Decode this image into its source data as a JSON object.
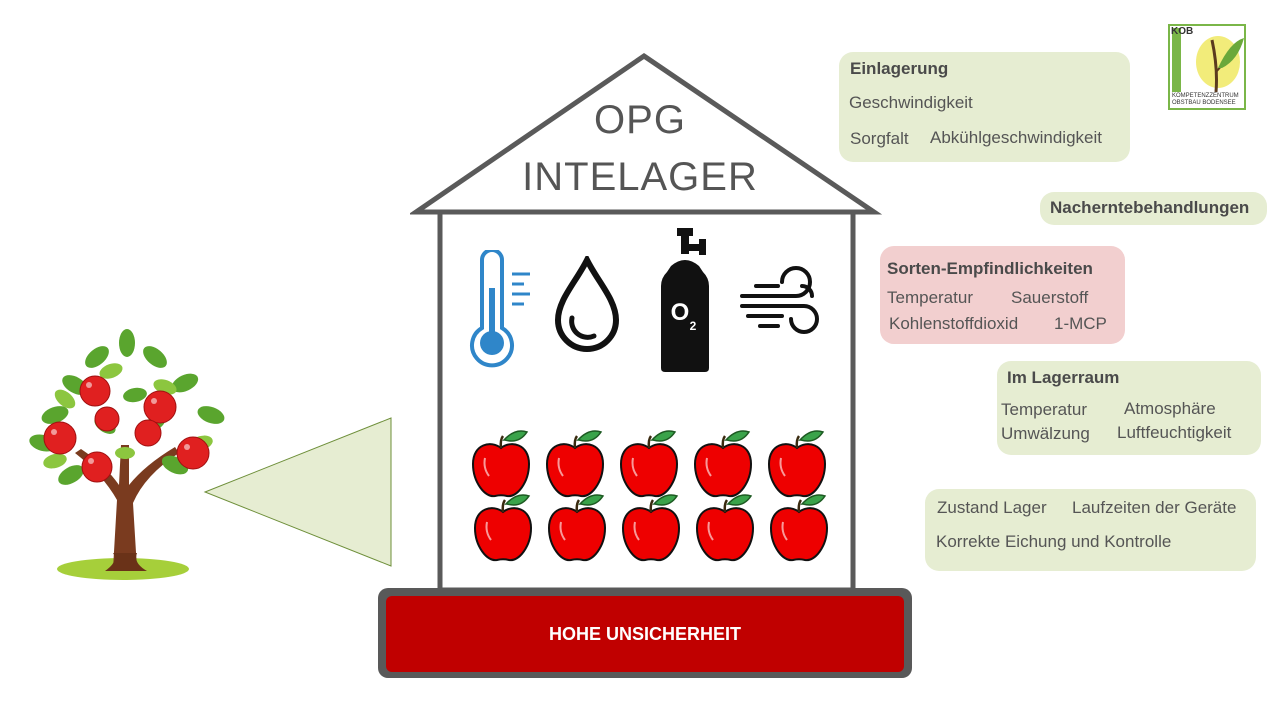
{
  "house": {
    "title_line1": "OPG",
    "title_line2": "INTELAGER",
    "base_label": "HOHE UNSICHERHEIT",
    "icons": [
      "thermometer-icon",
      "water-drop-icon",
      "oxygen-cylinder-icon",
      "wind-icon"
    ],
    "apple_rows": 2,
    "apple_cols": 5
  },
  "logo": {
    "abbr": "KOB",
    "line1": "KOMPETENZZENTRUM",
    "line2": "OBSTBAU BODENSEE"
  },
  "cards": {
    "einlagerung": {
      "title": "Einlagerung",
      "items": [
        "Geschwindigkeit",
        "Sorgfalt",
        "Abkühlgeschwindigkeit"
      ]
    },
    "nachernte": {
      "title": "Nacherntebehandlungen"
    },
    "sorten": {
      "title": "Sorten-Empfindlichkeiten",
      "items": [
        "Temperatur",
        "Sauerstoff",
        "Kohlenstoffdioxid",
        "1-MCP"
      ]
    },
    "lagerraum": {
      "title": "Im Lagerraum",
      "items": [
        "Temperatur",
        "Atmosphäre",
        "Umwälzung",
        "Luftfeuchtigkeit"
      ]
    },
    "zustand": {
      "items": [
        "Zustand Lager",
        "Laufzeiten der Geräte",
        "Korrekte Eichung und Kontrolle"
      ]
    }
  },
  "colors": {
    "card_green": "#e6edd2",
    "card_pink": "#f2cfcf",
    "base_red": "#c00000",
    "apple_red": "#ee0000",
    "thermo_blue": "#2f86c9"
  }
}
